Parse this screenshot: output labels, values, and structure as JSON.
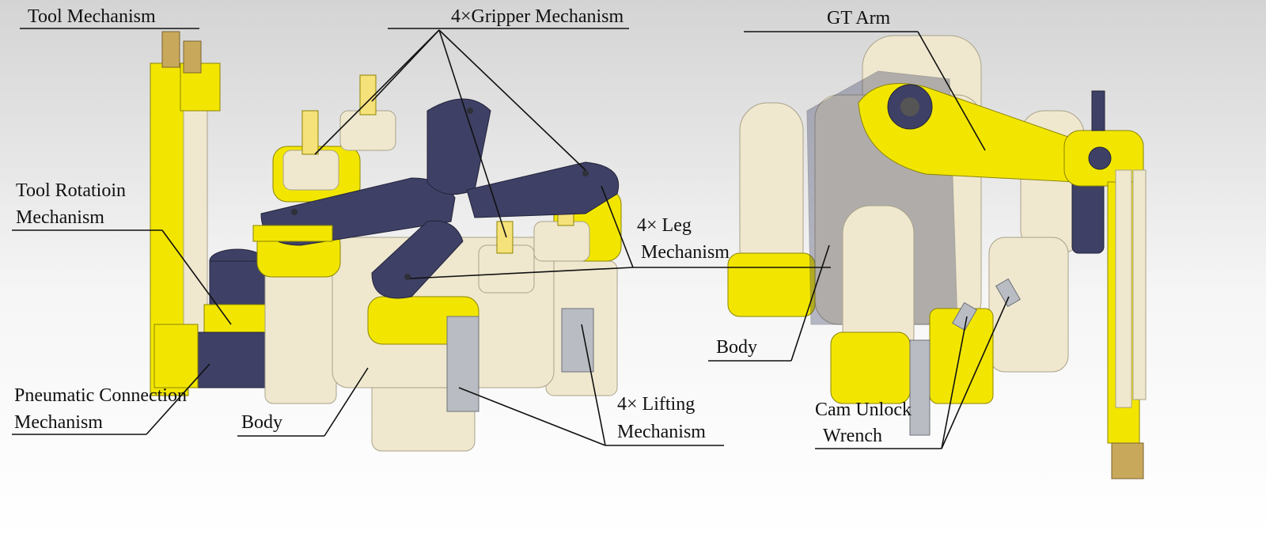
{
  "figure": {
    "colors": {
      "yellow": "#f2e600",
      "cream": "#efe8cf",
      "navy": "#3e4065",
      "background_top": "#d4d4d4"
    },
    "labels": {
      "tool_mechanism": "Tool Mechanism",
      "gripper": "4×Gripper Mechanism",
      "gt_arm": "GT Arm",
      "tool_rotation_1": "Tool Rotatioin",
      "tool_rotation_2": "Mechanism",
      "leg_1": "4× Leg",
      "leg_2": "Mechanism",
      "pneumatic_1": "Pneumatic Connection",
      "pneumatic_2": "Mechanism",
      "body_left": "Body",
      "lifting_1": "4× Lifting",
      "lifting_2": "Mechanism",
      "body_right": "Body",
      "cam_1": "Cam Unlock",
      "cam_2": "Wrench"
    }
  }
}
